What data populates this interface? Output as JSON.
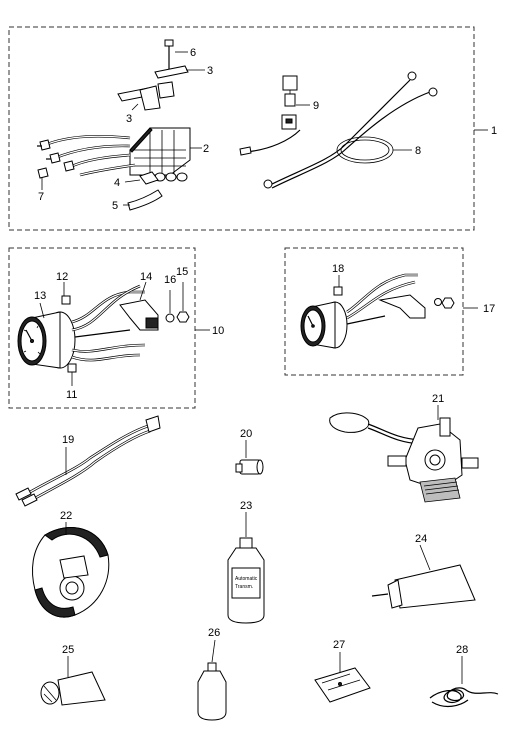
{
  "callouts": {
    "c1": "1",
    "c2": "2",
    "c3a": "3",
    "c3b": "3",
    "c4": "4",
    "c5": "5",
    "c6": "6",
    "c7": "7",
    "c8": "8",
    "c9": "9",
    "c10": "10",
    "c11": "11",
    "c12": "12",
    "c13": "13",
    "c14": "14",
    "c15": "15",
    "c16": "16",
    "c17": "17",
    "c18": "18",
    "c19": "19",
    "c20": "20",
    "c21": "21",
    "c22": "22",
    "c23": "23",
    "c24": "24",
    "c25": "25",
    "c26": "26",
    "c27": "27",
    "c28": "28"
  },
  "colors": {
    "line": "#000000",
    "dash": "#333333",
    "shade": "#bdbdbd",
    "background": "#ffffff"
  }
}
